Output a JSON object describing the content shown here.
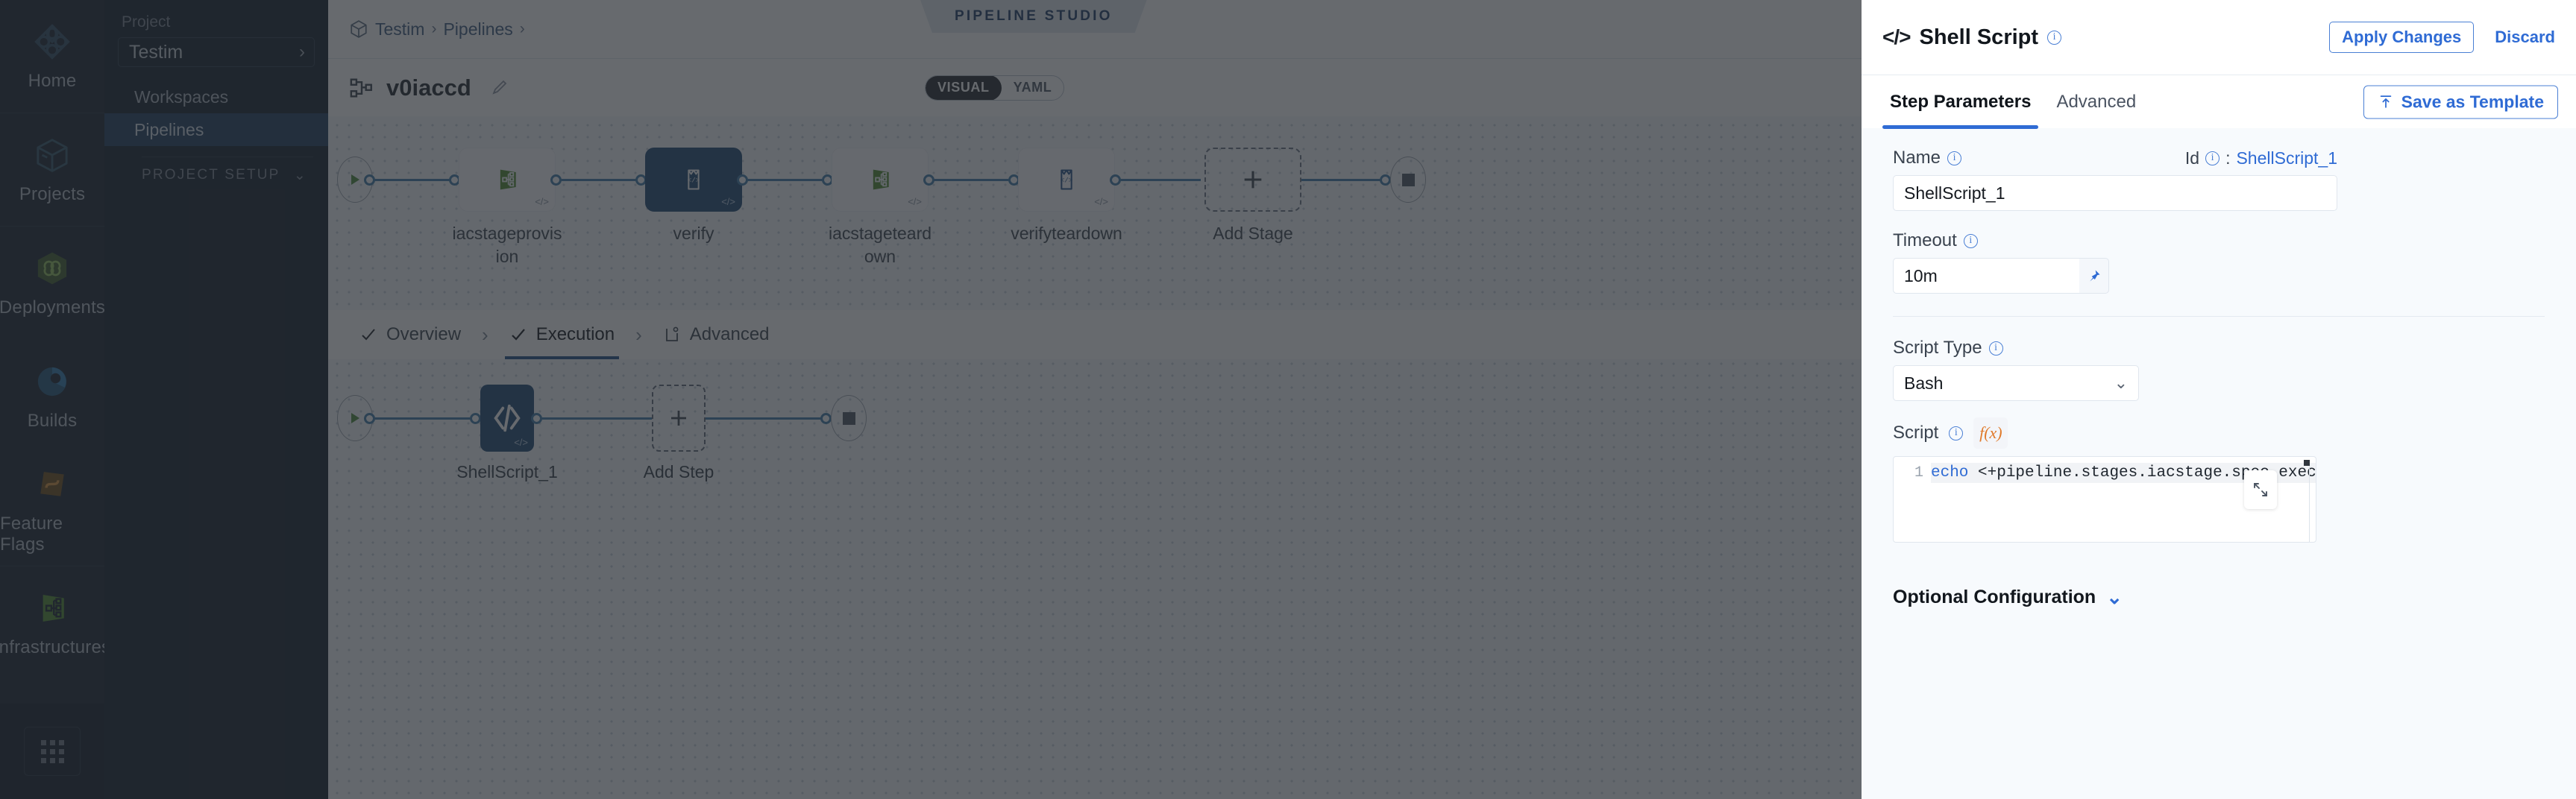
{
  "sidebar": {
    "items": [
      {
        "label": "Home",
        "icon": "home-clover-icon"
      },
      {
        "label": "Projects",
        "icon": "cube-box-icon"
      },
      {
        "label": "Deployments",
        "icon": "infinity-hex-icon"
      },
      {
        "label": "Builds",
        "icon": "builds-circle-icon"
      },
      {
        "label": "Feature Flags",
        "icon": "flag-hex-icon"
      },
      {
        "label": "Infrastructures",
        "icon": "infrastructure-icon"
      }
    ],
    "grid_button_icon": "grid-apps-icon"
  },
  "project_nav": {
    "label": "Project",
    "selected_project": "Testim",
    "chevron": "›",
    "items": [
      {
        "label": "Workspaces",
        "active": false
      },
      {
        "label": "Pipelines",
        "active": true
      }
    ],
    "section_label": "PROJECT SETUP",
    "section_chevron": "⌄"
  },
  "topbar": {
    "breadcrumb": [
      {
        "label": "Testim"
      },
      {
        "label": "Pipelines"
      }
    ],
    "breadcrumb_separator": "›",
    "studio_badge": "PIPELINE STUDIO",
    "close_label": "✕"
  },
  "pipeline_bar": {
    "name": "v0iaccd",
    "view_toggle": [
      {
        "label": "VISUAL",
        "active": true
      },
      {
        "label": "YAML",
        "active": false
      }
    ]
  },
  "stages": [
    {
      "label": "iacstageprovision",
      "type": "infrastructure",
      "selected": false,
      "tag": "</>"
    },
    {
      "label": "verify",
      "type": "shell",
      "selected": true,
      "tag": "</>"
    },
    {
      "label": "iacstageteardown",
      "type": "infrastructure",
      "selected": false,
      "tag": "</>"
    },
    {
      "label": "verifyteardown",
      "type": "shell",
      "selected": false,
      "tag": "</>"
    }
  ],
  "add_stage_label": "Add Stage",
  "section_tabs": [
    {
      "label": "Overview",
      "check": true,
      "active": false
    },
    {
      "label": "Execution",
      "check": true,
      "active": true
    },
    {
      "label": "Advanced",
      "check": false,
      "active": false
    }
  ],
  "section_tab_arrow": "›",
  "steps": [
    {
      "label": "ShellScript_1",
      "selected": true,
      "tag": "</>"
    }
  ],
  "add_step_label": "Add Step",
  "drawer": {
    "code_glyph": "</>",
    "title": "Shell Script",
    "apply_label": "Apply Changes",
    "discard_label": "Discard",
    "tabs": [
      {
        "label": "Step Parameters",
        "active": true
      },
      {
        "label": "Advanced",
        "active": false
      }
    ],
    "save_template_label": "Save as Template",
    "save_template_icon": "upload-template-icon",
    "fields": {
      "name_label": "Name",
      "name_value": "ShellScript_1",
      "id_label": "Id",
      "id_separator": ":",
      "id_value": "ShellScript_1",
      "timeout_label": "Timeout",
      "timeout_value": "10m",
      "timeout_pin_icon": "pin-icon",
      "script_type_label": "Script Type",
      "script_type_value": "Bash",
      "script_type_chevron": "⌄",
      "script_label": "Script",
      "fx_label": "f(x)",
      "code_line_number": "1",
      "code_keyword": "echo",
      "code_rest": " <+pipeline.stages.iacstage.spec.execution.step...ppl",
      "expand_icon": "expand-arrows-icon"
    },
    "optional_config_label": "Optional Configuration",
    "optional_config_chevron": "⌄"
  },
  "colors": {
    "accent_blue": "#2f6bd4",
    "node_selected": "#1b4674",
    "edge_blue": "#3c7ba8",
    "rail_bg": "#16202e",
    "drawer_bg": "#f7fafd",
    "fx_orange": "#e07a2b"
  }
}
